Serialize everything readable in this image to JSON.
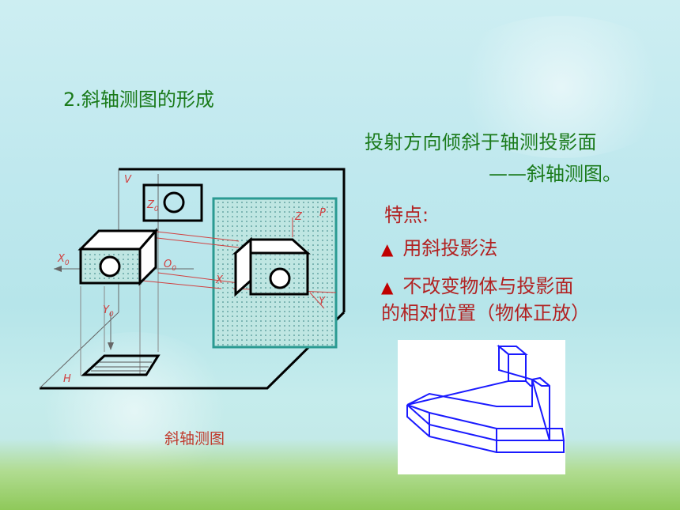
{
  "slide": {
    "heading": "2.斜轴测图的形成",
    "description_line1": "投射方向倾斜于轴测投影面",
    "description_line2": "——斜轴测图。",
    "features_title": "特点:",
    "features": [
      {
        "marker": "▲",
        "text": "用斜投影法"
      },
      {
        "marker": "▲",
        "text": "不改变物体与投影面",
        "continuation": "的相对位置（物体正放）"
      }
    ],
    "caption": "斜轴测图"
  },
  "diagram_labels": {
    "v": "V",
    "h": "H",
    "p": "P",
    "x0": "X",
    "y0": "Y",
    "z0": "Z",
    "o0": "O",
    "sub0": "0",
    "z": "Z",
    "x": "X",
    "y": "Y"
  },
  "colors": {
    "heading": "#1a7a1a",
    "features": "#b22222",
    "projection_plane": "#2a9a92",
    "construction_lines": "#d04040",
    "part_drawing": "#1a1aff"
  }
}
